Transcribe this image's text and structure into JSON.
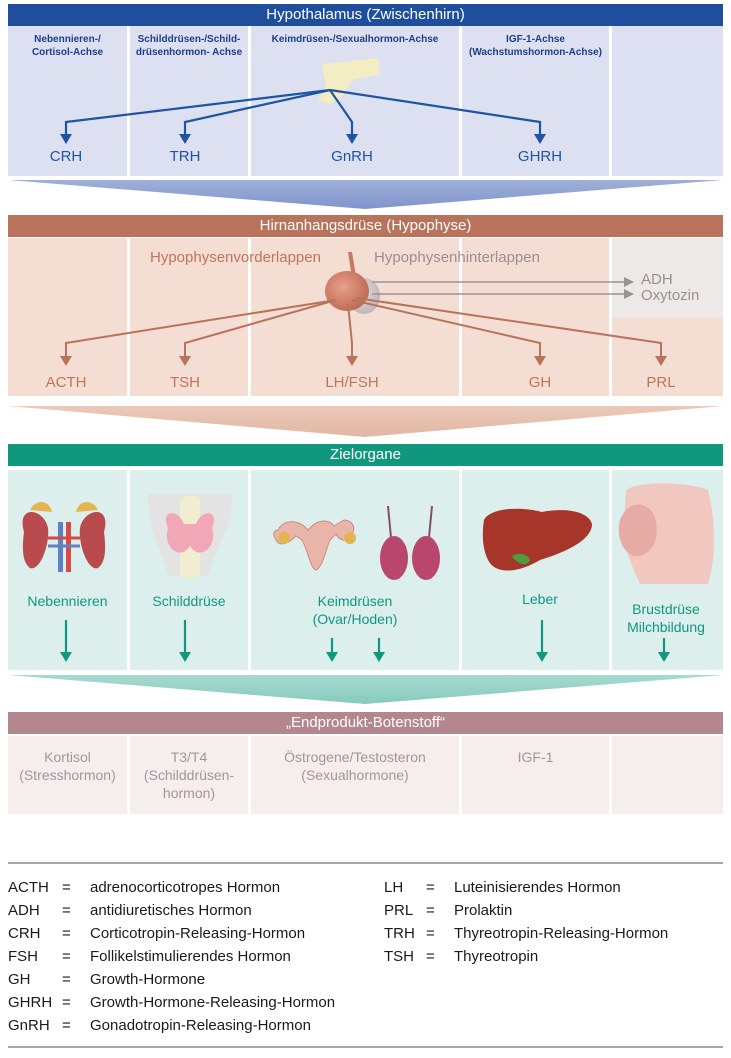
{
  "hypothalamus": {
    "title": "Hypothalamus (Zwischenhirn)",
    "columns": [
      "Nebennieren-/ Cortisol-Achse",
      "Schilddrüsen-/Schild- drüsenhormon- Achse",
      "Keimdrüsen-/Sexualhormon-Achse",
      "IGF-1-Achse (Wachstumshormon-Achse)",
      ""
    ],
    "hormones": [
      "CRH",
      "TRH",
      "GnRH",
      "GHRH"
    ],
    "colors": {
      "band": "#1f4f9c",
      "panel": "#dde0f0",
      "arrow": "#1d55a3"
    }
  },
  "pituitary": {
    "title": "Hirnanhangsdrüse (Hypophyse)",
    "anterior_label": "Hypophysenvorderlappen",
    "posterior_label": "Hypophysenhinterlappen",
    "posterior_hormones": [
      "ADH",
      "Oxytozin"
    ],
    "hormones": [
      "ACTH",
      "TSH",
      "LH/FSH",
      "GH",
      "PRL"
    ],
    "colors": {
      "band": "#b8735a",
      "panel": "#f4ddd3",
      "arrow": "#b8735a"
    }
  },
  "target_organs": {
    "title": "Zielorgane",
    "organs": [
      "Nebennieren",
      "Schilddrüse",
      "Keimdrüsen (Ovar/Hoden)",
      "Leber",
      "Brustdrüse Milchbildung"
    ],
    "colors": {
      "band": "#12977f",
      "panel": "#dcefed",
      "arrow": "#12977f"
    }
  },
  "end_products": {
    "title": "„Endprodukt-Botenstoff“",
    "items": [
      "Kortisol (Stresshormon)",
      "T3/T4 (Schilddrüsen- hormon)",
      "Östrogene/Testosteron (Sexualhormone)",
      "IGF-1",
      ""
    ],
    "colors": {
      "band": "#b4868d",
      "panel": "#f6eded"
    }
  },
  "legend": {
    "left": [
      {
        "abbr": "ACTH",
        "def": "adrenocorticotropes Hormon"
      },
      {
        "abbr": "ADH",
        "def": "antidiuretisches Hormon"
      },
      {
        "abbr": "CRH",
        "def": "Corticotropin-Releasing-Hormon"
      },
      {
        "abbr": "FSH",
        "def": "Follikelstimulierendes Hormon"
      },
      {
        "abbr": "GH",
        "def": "Growth-Hormone"
      },
      {
        "abbr": "GHRH",
        "def": "Growth-Hormone-Releasing-Hormon"
      },
      {
        "abbr": "GnRH",
        "def": "Gonadotropin-Releasing-Hormon"
      }
    ],
    "right": [
      {
        "abbr": "LH",
        "def": "Luteinisierendes Hormon"
      },
      {
        "abbr": "PRL",
        "def": "Prolaktin"
      },
      {
        "abbr": "TRH",
        "def": "Thyreotropin-Releasing-Hormon"
      },
      {
        "abbr": "TSH",
        "def": "Thyreotropin"
      }
    ],
    "equals": "="
  }
}
